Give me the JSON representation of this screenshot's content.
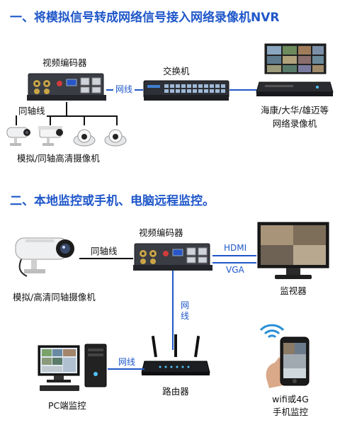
{
  "section1": {
    "title": "一、将模拟信号转成网络信号接入网络录像机NVR",
    "encoder_label": "视频编码器",
    "switch_label": "交换机",
    "link_encoder_switch": "网线",
    "coax_label": "同轴线",
    "cameras_label": "模拟/同轴高清摄像机",
    "nvr_label_1": "海康/大华/雄迈等",
    "nvr_label_2": "网络录像机"
  },
  "section2": {
    "title": "二、本地监控或手机、电脑远程监控。",
    "encoder_label": "视频编码器",
    "coax_label": "同轴线",
    "camera_label": "模拟/高清同轴摄像机",
    "hdmi_label": "HDMI",
    "vga_label": "VGA",
    "monitor_label": "监视器",
    "link_vertical": "网线",
    "link_pc_router": "网线",
    "router_label": "路由器",
    "pc_label": "PC端监控",
    "phone_label_1": "wifi或4G",
    "phone_label_2": "手机监控"
  }
}
